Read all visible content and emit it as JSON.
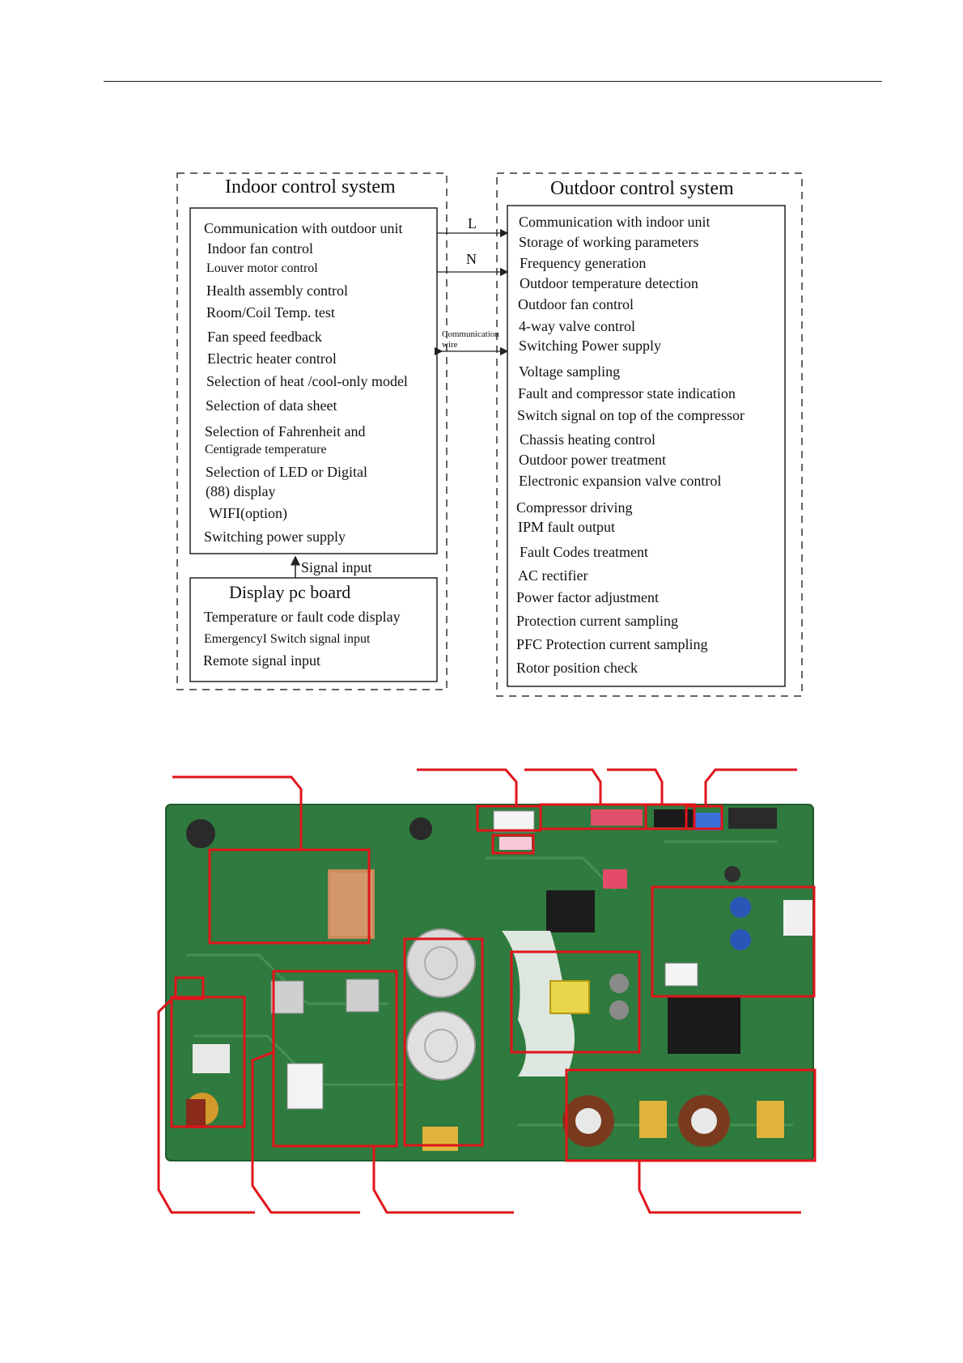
{
  "indoor": {
    "title": "Indoor control system",
    "items": [
      "Communication with outdoor unit",
      "Indoor fan control",
      "Louver motor control",
      "Health assembly control",
      "Room/Coil Temp. test",
      "Fan speed feedback",
      "Electric heater control",
      "Selection of heat /cool-only model",
      "Selection of data sheet",
      "Selection of Fahrenheit and",
      "Centigrade temperature",
      "Selection of LED or Digital",
      "(88) display",
      "WIFI(option)",
      "Switching power supply"
    ]
  },
  "display_board": {
    "title": "Display pc board",
    "signal_label": "Signal input",
    "items": [
      "Temperature or fault code display",
      "EmergencyI Switch signal input",
      "Remote signal input"
    ]
  },
  "links": {
    "l_label": "L",
    "n_label": "N",
    "comm_label_1": "Communication",
    "comm_label_2": "wire"
  },
  "outdoor": {
    "title": "Outdoor control system",
    "items": [
      "Communication with indoor unit",
      "Storage of working parameters",
      "Frequency generation",
      "Outdoor temperature detection",
      "Outdoor fan control",
      "4-way valve control",
      "Switching Power supply",
      "Voltage sampling",
      "Fault and compressor state indication",
      "Switch signal on top of the compressor",
      "Chassis heating control",
      "Outdoor power treatment",
      "Electronic expansion valve control",
      "Compressor driving",
      "IPM fault output",
      "Fault Codes treatment",
      "AC rectifier",
      "Power factor adjustment",
      "Protection current sampling",
      "PFC Protection current sampling",
      "Rotor position check"
    ]
  },
  "photo": {
    "board_color": "#2f7a3e",
    "highlight_color": "#e0141b"
  }
}
